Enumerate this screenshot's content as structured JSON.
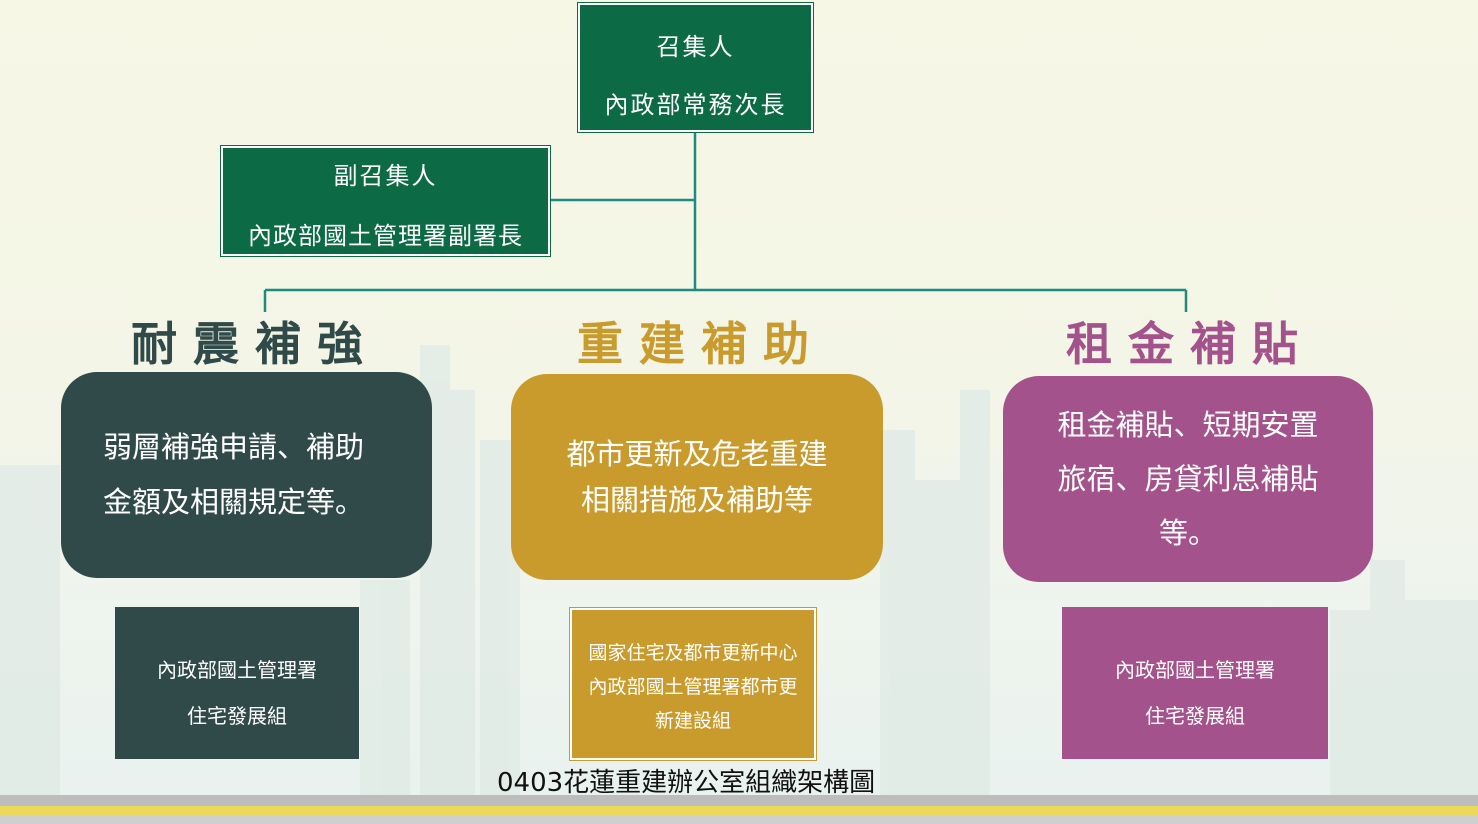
{
  "convener": {
    "role": "召集人",
    "title": "內政部常務次長"
  },
  "deputy": {
    "role": "副召集人",
    "title": "內政部國土管理署副署長"
  },
  "branches": [
    {
      "heading": "耐震補強",
      "description_lines": [
        "弱層補強申請、補助",
        "金額及相關規定等。"
      ],
      "unit_lines": [
        "內政部國土管理署",
        "住宅發展組"
      ],
      "color": "#2f4a48"
    },
    {
      "heading": "重建補助",
      "description_lines": [
        "都市更新及危老重建",
        "相關措施及補助等"
      ],
      "unit_lines": [
        "國家住宅及都市更新中心",
        "內政部國土管理署都市更",
        "新建設組"
      ],
      "color": "#c99b2c"
    },
    {
      "heading": "租金補貼",
      "description_lines": [
        "租金補貼、短期安置",
        "旅宿、房貸利息補貼",
        "等。"
      ],
      "unit_lines": [
        "內政部國土管理署",
        "住宅發展組"
      ],
      "color": "#a4528b"
    }
  ],
  "caption": "0403花蓮重建辦公室組織架構圖",
  "colors": {
    "leader_box": "#0c6a45",
    "connector": "#1f8a7e"
  }
}
